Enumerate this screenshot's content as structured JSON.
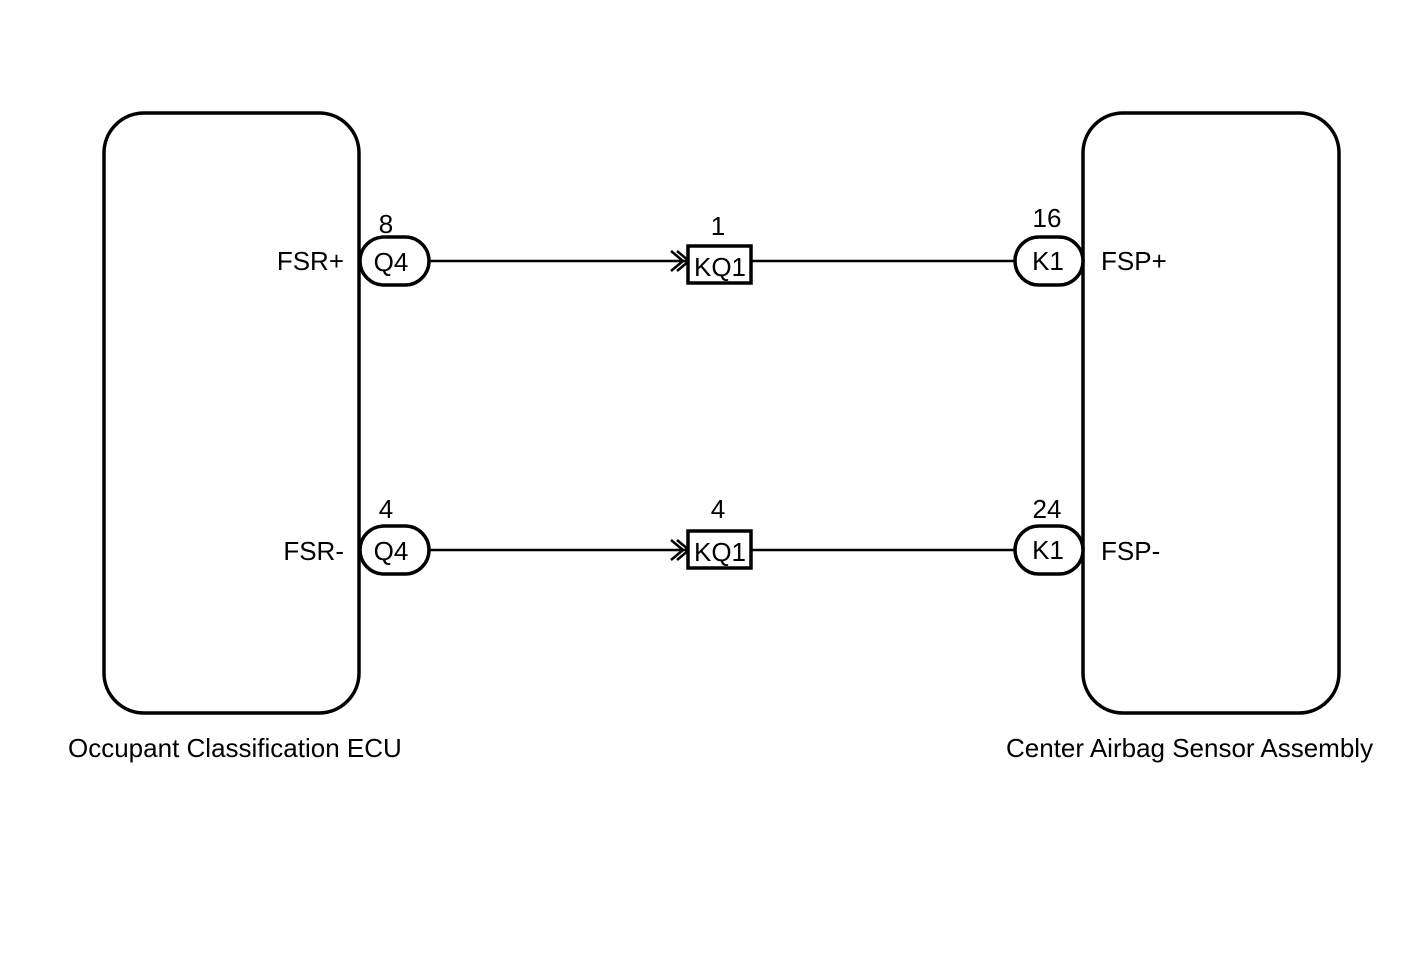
{
  "components": {
    "left": {
      "name": "Occupant Classification ECU"
    },
    "right": {
      "name": "Center Airbag Sensor Assembly"
    }
  },
  "wires": [
    {
      "left_terminal": "FSR+",
      "left_connector": "Q4",
      "left_pin": "8",
      "junction_connector": "KQ1",
      "junction_pin": "1",
      "right_connector": "K1",
      "right_pin": "16",
      "right_terminal": "FSP+"
    },
    {
      "left_terminal": "FSR-",
      "left_connector": "Q4",
      "left_pin": "4",
      "junction_connector": "KQ1",
      "junction_pin": "4",
      "right_connector": "K1",
      "right_pin": "24",
      "right_terminal": "FSP-"
    }
  ]
}
